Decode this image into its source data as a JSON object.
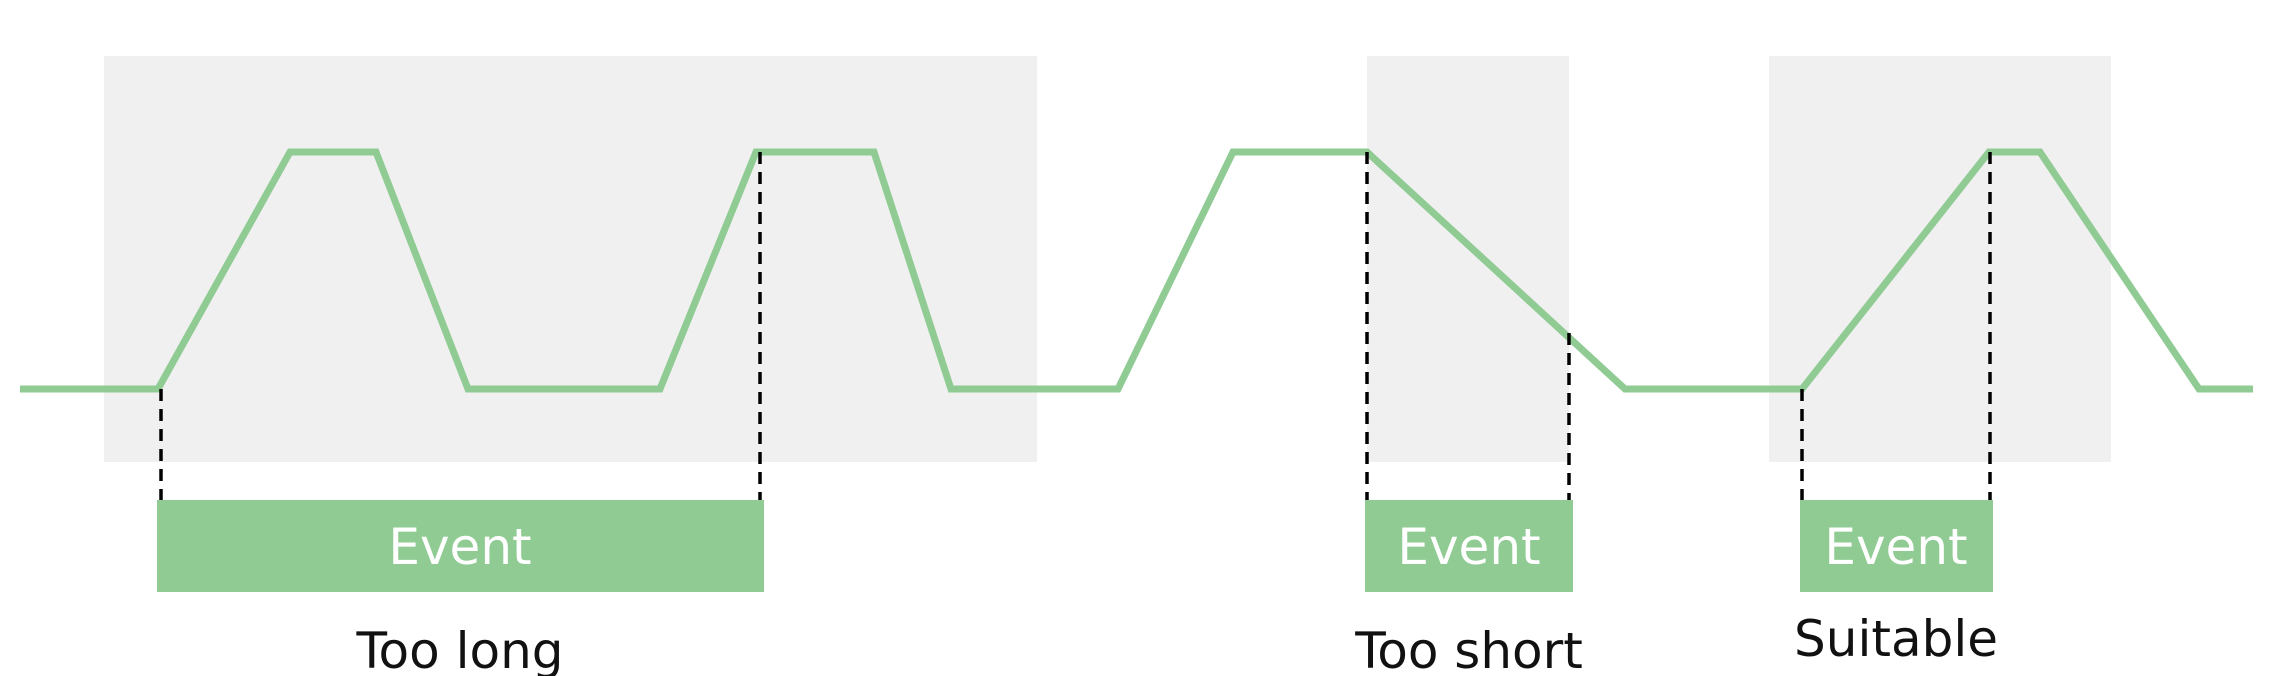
{
  "diagram": {
    "colors": {
      "signal": "#8fcb93",
      "window": "#f0f0f0",
      "event_box": "#8fcb93",
      "event_text": "#ffffff",
      "guide_line": "#000000",
      "caption": "#111111"
    },
    "cases": [
      {
        "event_label": "Event",
        "caption": "Too long"
      },
      {
        "event_label": "Event",
        "caption": "Too short"
      },
      {
        "event_label": "Event",
        "caption": "Suitable"
      }
    ]
  }
}
